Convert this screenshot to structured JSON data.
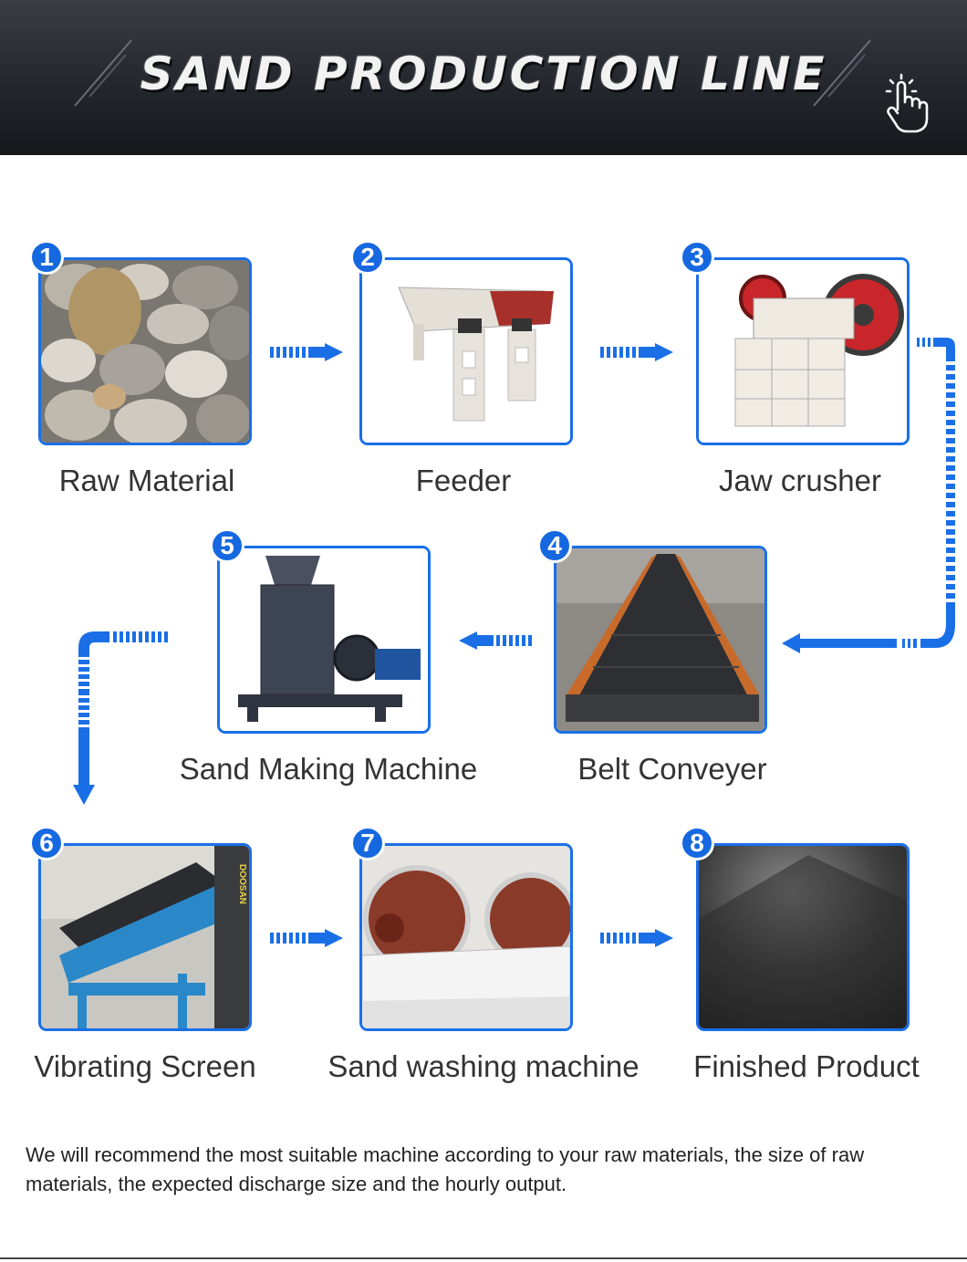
{
  "header": {
    "title": "SAND PRODUCTION LINE",
    "pointer_icon": "hand-pointer-icon"
  },
  "accent_color": "#1a6fe6",
  "steps": [
    {
      "number": "1",
      "label": "Raw Material"
    },
    {
      "number": "2",
      "label": "Feeder"
    },
    {
      "number": "3",
      "label": "Jaw crusher"
    },
    {
      "number": "4",
      "label": "Belt Conveyer"
    },
    {
      "number": "5",
      "label": "Sand Making Machine"
    },
    {
      "number": "6",
      "label": "Vibrating Screen"
    },
    {
      "number": "7",
      "label": "Sand washing machine"
    },
    {
      "number": "8",
      "label": "Finished Product"
    }
  ],
  "footer": {
    "text": "We will recommend the most suitable machine according to your raw materials, the size of raw materials, the expected discharge size and the hourly output."
  }
}
